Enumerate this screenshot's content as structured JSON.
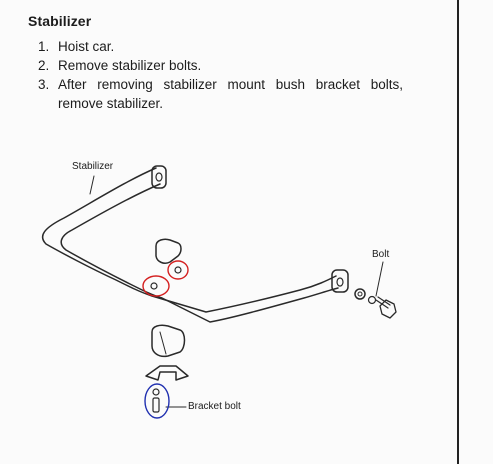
{
  "section": {
    "title": "Stabilizer"
  },
  "steps": [
    {
      "num": "1.",
      "text": "Hoist car."
    },
    {
      "num": "2.",
      "text": "Remove stabilizer bolts."
    },
    {
      "num": "3.",
      "text": "After removing stabilizer mount bush bracket bolts, remove stabilizer."
    }
  ],
  "diagram": {
    "labels": {
      "stabilizer": "Stabilizer",
      "bolt": "Bolt",
      "bracket_bolt": "Bracket bolt"
    },
    "annotation_colors": {
      "red_circle": "#d42020",
      "blue_circle": "#2030b0"
    }
  }
}
